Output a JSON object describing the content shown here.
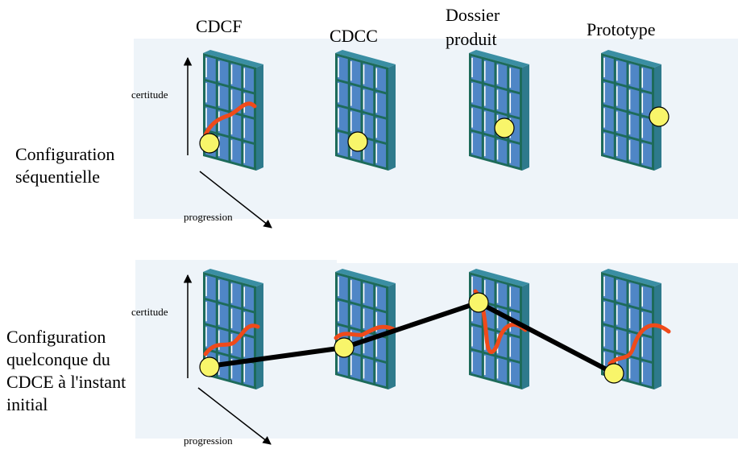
{
  "columns": [
    {
      "title": "CDCF"
    },
    {
      "title": "CDCC"
    },
    {
      "title": "Dossier\nproduit"
    },
    {
      "title": "Prototype"
    }
  ],
  "rows": [
    {
      "title": "Configuration séquentielle"
    },
    {
      "title": "Configuration quelconque du CDCE à l'instant initial"
    }
  ],
  "axes": {
    "certitude_label": "certitude",
    "progression_label": "progression"
  },
  "colors": {
    "panel_background": "#eef4f9",
    "frame": "#1d6b5a",
    "cell": "#4f86c6",
    "node": "#f8f56a",
    "curve": "#f04a1a",
    "path": "#000000"
  },
  "icons": [
    "grid-panel-icon",
    "state-node-icon",
    "arrow-icon"
  ]
}
